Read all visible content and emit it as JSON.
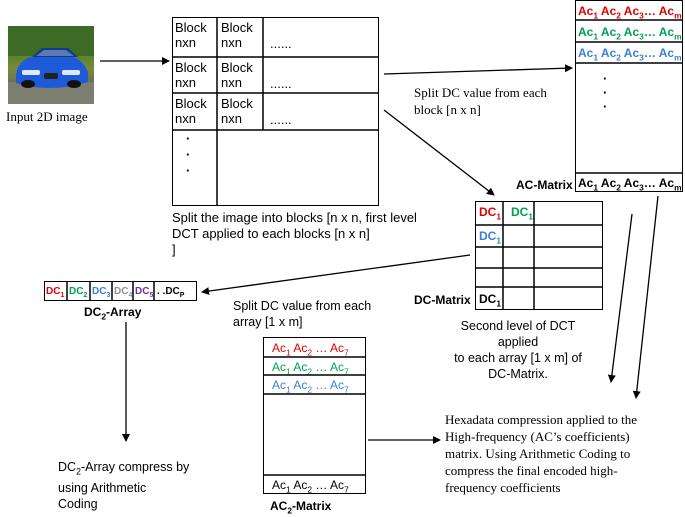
{
  "input": {
    "label": "Input 2D image",
    "image_icon": "car-photo"
  },
  "blocks": {
    "cell": [
      "Block",
      "nxn"
    ],
    "dots": "......",
    "vdots": [
      "·",
      "·",
      "·"
    ],
    "caption_lines": [
      "Split the image into blocks [n x n, first level",
      "DCT applied to each blocks [n x n]",
      "]"
    ]
  },
  "split_dc_1": {
    "lines": [
      "Split DC value from each",
      "block [n x n]"
    ]
  },
  "ac_matrix": {
    "row1": {
      "parts": [
        "Ac",
        "1",
        " Ac",
        "2",
        " Ac",
        "3",
        "… Ac",
        "m"
      ],
      "color": "#e00000"
    },
    "row2": {
      "parts": [
        "Ac",
        "1",
        " Ac",
        "2",
        " Ac",
        "3",
        "… Ac",
        "m"
      ],
      "color": "#00a050"
    },
    "row3": {
      "parts": [
        "Ac",
        "1",
        " Ac",
        "2",
        " Ac",
        "3",
        "… Ac",
        "m"
      ],
      "color": "#3a7fd5"
    },
    "last": {
      "parts": [
        "Ac",
        "1",
        " Ac",
        "2",
        " Ac",
        "3",
        "… Ac",
        "m"
      ],
      "color": "#000000"
    },
    "vdots": [
      "·",
      "·",
      "·"
    ],
    "label": "AC-Matrix"
  },
  "dc_matrix": {
    "dc1_red": {
      "text": "DC",
      "sub": "1",
      "color": "#e00000"
    },
    "dc1_green": {
      "text": "DC",
      "sub": "1",
      "color": "#00a050"
    },
    "dc1_blue": {
      "text": "DC",
      "sub": "1",
      "color": "#3a7fd5"
    },
    "dc1_black": {
      "text": "DC",
      "sub": "1",
      "color": "#000000"
    },
    "label": "DC-Matrix",
    "caption_lines": [
      "Second level of DCT applied",
      "to each array [1 x m] of",
      "DC-Matrix."
    ]
  },
  "dc2_array": {
    "cells": [
      {
        "text": "DC",
        "sub": "1",
        "color": "#e00000"
      },
      {
        "text": "DC",
        "sub": "2",
        "color": "#00a050"
      },
      {
        "text": "DC",
        "sub": "3",
        "color": "#3a7fd5"
      },
      {
        "text": "DC",
        "sub": "4",
        "color": "#909090"
      },
      {
        "text": "DC",
        "sub": "5",
        "color": "#7030a0"
      },
      {
        "text": ". .DC",
        "sub": "P",
        "color": "#000000"
      }
    ],
    "label": {
      "text": "DC",
      "sub": "2",
      "rest": "-Array"
    },
    "caption": {
      "prefix": "DC",
      "sub": "2",
      "rest": "-Array compress by",
      "lines": [
        "using Arithmetic",
        "Coding"
      ]
    }
  },
  "split_dc_2": {
    "lines": [
      "Split DC value from each",
      "array [1 x m]"
    ]
  },
  "ac2_matrix": {
    "row1": {
      "parts": [
        "Ac",
        "1",
        " Ac",
        "2",
        " … Ac",
        "7"
      ],
      "color": "#e00000"
    },
    "row2": {
      "parts": [
        "Ac",
        "1",
        " Ac",
        "2",
        " … Ac",
        "7"
      ],
      "color": "#00a050"
    },
    "row3": {
      "parts": [
        "Ac",
        "1",
        " Ac",
        "2",
        " … Ac",
        "7"
      ],
      "color": "#3a7fd5"
    },
    "last": {
      "parts": [
        "Ac",
        "1",
        " Ac",
        "2",
        " … Ac",
        "7"
      ],
      "color": "#000000"
    },
    "label": {
      "text": "AC",
      "sub": "2",
      "rest": "-Matrix"
    }
  },
  "hexadata": {
    "lines": [
      "Hexadata compression applied to the",
      "High-frequency (AC’s coefficients)",
      "matrix. Using Arithmetic Coding to",
      "compress the final encoded high-",
      "frequency coefficients"
    ]
  }
}
